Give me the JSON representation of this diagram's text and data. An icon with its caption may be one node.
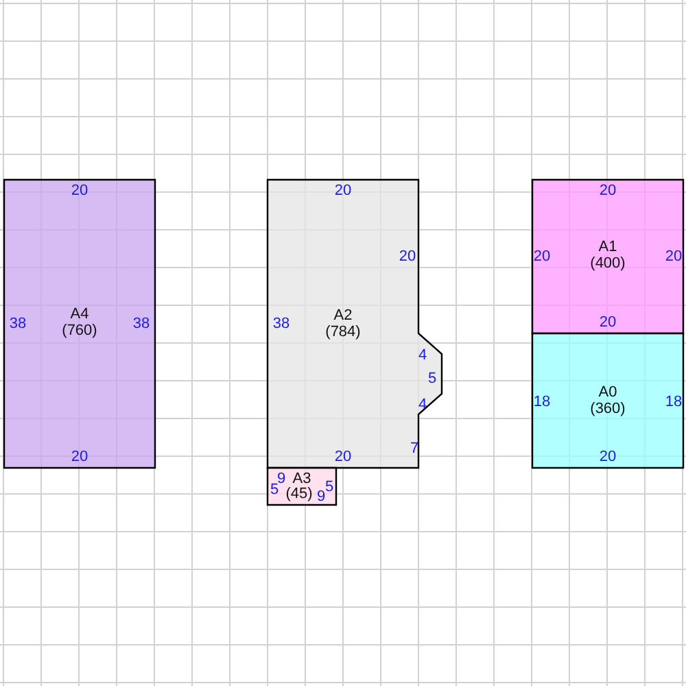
{
  "diagram": {
    "nodes": [
      {
        "text": [
          "A4",
          "(760)",
          "20",
          "38",
          "38",
          "20"
        ]
      },
      {
        "text": [
          "A2",
          "(784)",
          "20",
          "20",
          "38",
          "4",
          "5",
          "4",
          "7",
          "20"
        ]
      },
      {
        "text": [
          "A3",
          "(45)",
          "5",
          "9",
          "9",
          "5"
        ]
      },
      {
        "text": [
          "A1",
          "(400)",
          "20",
          "20",
          "20",
          "20"
        ]
      },
      {
        "text": [
          "A0",
          "(360)",
          "18",
          "18",
          "20"
        ]
      }
    ]
  }
}
